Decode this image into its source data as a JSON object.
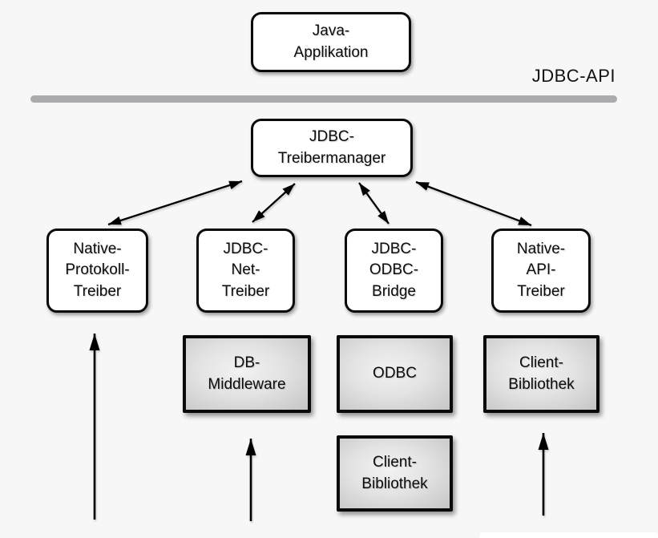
{
  "diagram": {
    "api_label": "JDBC-API",
    "nodes": {
      "java_application": {
        "label": "Java-\nApplikation",
        "style": "rounded-white"
      },
      "jdbc_treibermanager": {
        "label": "JDBC-\nTreibermanager",
        "style": "rounded-white"
      },
      "native_protokoll_treiber": {
        "label": "Native-\nProtokoll-\nTreiber",
        "style": "rounded-white"
      },
      "jdbc_net_treiber": {
        "label": "JDBC-\nNet-\nTreiber",
        "style": "rounded-white"
      },
      "jdbc_odbc_bridge": {
        "label": "JDBC-\nODBC-\nBridge",
        "style": "rounded-white"
      },
      "native_api_treiber": {
        "label": "Native-\nAPI-\nTreiber",
        "style": "rounded-white"
      },
      "db_middleware": {
        "label": "DB-\nMiddleware",
        "style": "gray"
      },
      "odbc": {
        "label": "ODBC",
        "style": "gray"
      },
      "client_bibliothek_native": {
        "label": "Client-\nBibliothek",
        "style": "gray"
      },
      "client_bibliothek_odbc": {
        "label": "Client-\nBibliothek",
        "style": "gray"
      }
    },
    "edges": [
      {
        "from": "jdbc_treibermanager",
        "to": "native_protokoll_treiber",
        "arrows": "both"
      },
      {
        "from": "jdbc_treibermanager",
        "to": "jdbc_net_treiber",
        "arrows": "both"
      },
      {
        "from": "jdbc_treibermanager",
        "to": "jdbc_odbc_bridge",
        "arrows": "both"
      },
      {
        "from": "jdbc_treibermanager",
        "to": "native_api_treiber",
        "arrows": "both"
      },
      {
        "from": "bottom",
        "to": "native_protokoll_treiber",
        "arrows": "up"
      },
      {
        "from": "bottom",
        "to": "db_middleware",
        "arrows": "up"
      },
      {
        "from": "bottom",
        "to": "client_bibliothek_native",
        "arrows": "up"
      }
    ],
    "colors": {
      "background": "#f7f7f7",
      "box_border": "#0a0a0a",
      "white_box_fill": "#ffffff",
      "gray_box_center": "#f2f2f2",
      "gray_box_edge": "#c5c5c5",
      "divider": "#ababae",
      "arrow": "#000000"
    }
  }
}
